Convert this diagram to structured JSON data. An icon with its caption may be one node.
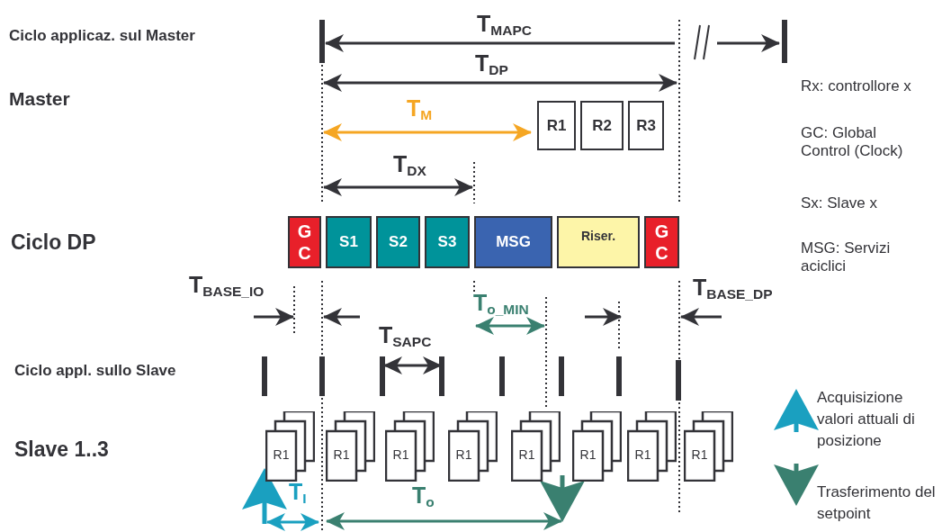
{
  "diagram": {
    "nodes": [
      {
        "text": [
          "R1"
        ]
      },
      {
        "text": [
          "R2"
        ]
      },
      {
        "text": [
          "R3"
        ]
      },
      {
        "text": [
          "G C"
        ]
      },
      {
        "text": [
          "S1"
        ]
      },
      {
        "text": [
          "S2"
        ]
      },
      {
        "text": [
          "S3"
        ]
      },
      {
        "text": [
          "MSG"
        ]
      },
      {
        "text": [
          "Riser."
        ]
      },
      {
        "text": [
          "G C"
        ]
      },
      {
        "text": [
          "R1"
        ]
      },
      {
        "text": [
          "R1"
        ]
      },
      {
        "text": [
          "R1"
        ]
      },
      {
        "text": [
          "R1"
        ]
      },
      {
        "text": [
          "R1"
        ]
      },
      {
        "text": [
          "R1"
        ]
      },
      {
        "text": [
          "R1"
        ]
      },
      {
        "text": [
          "R1"
        ]
      }
    ],
    "edges": [],
    "labels": [
      "Ciclo applicaz. sul Master",
      "T$_{MAPC}$",
      "T$_{DP}$",
      "Master",
      "Rx: controllore x",
      "T$_{M}$",
      "GC: Global Control (Clock)",
      "T$_{DX}$",
      "Sx: Slave x",
      "Ciclo DP",
      "MSG: Servizi aciclici",
      "T$_{BASE_IO}$",
      "T$_{o_MIN}$",
      "T$_{BASE_DP}$",
      "T$_{SAPC}$",
      "Ciclo appl. sullo Slave",
      "Slave 1..3",
      "T$_{I}$",
      "T$_{o}$"
    ],
    "legend": [
      {
        "text": "Acquisizione valori attuali di posizione"
      },
      {
        "text": "Trasferimento del setpoint"
      }
    ]
  }
}
